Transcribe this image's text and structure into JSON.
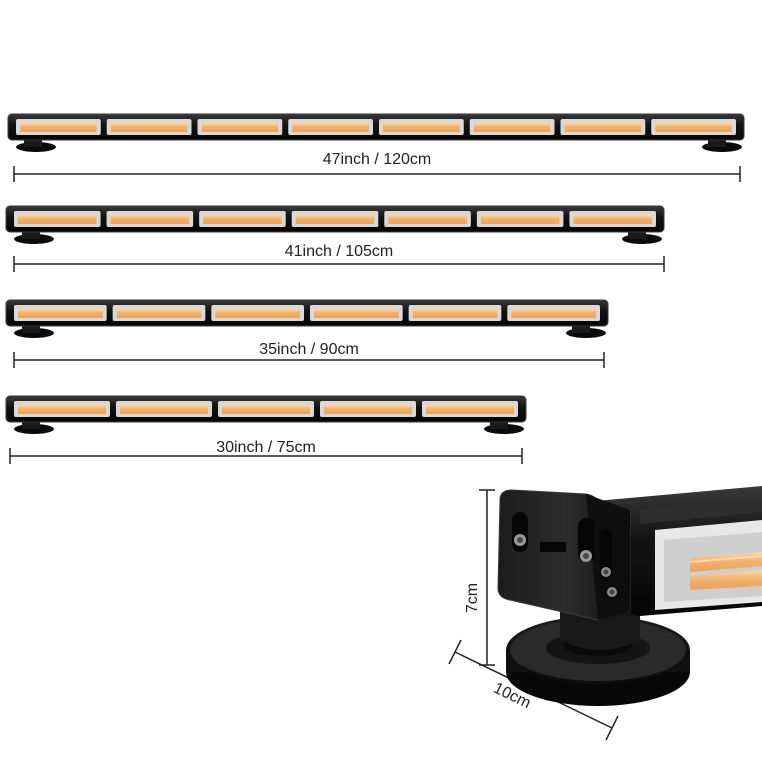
{
  "colors": {
    "housing": "#141414",
    "housing_edge": "#3a3a3a",
    "led": "#f2b16c",
    "led_highlight": "#fbd6a6",
    "led_frame": "#d9d9d9",
    "line": "#222222"
  },
  "bars": [
    {
      "label": "47inch / 120cm",
      "modules": 8
    },
    {
      "label": "41inch / 105cm",
      "modules": 7
    },
    {
      "label": "35inch / 90cm",
      "modules": 6
    },
    {
      "label": "30inch / 75cm",
      "modules": 5
    }
  ],
  "bracket": {
    "height_label": "7cm",
    "width_label": "10cm"
  }
}
